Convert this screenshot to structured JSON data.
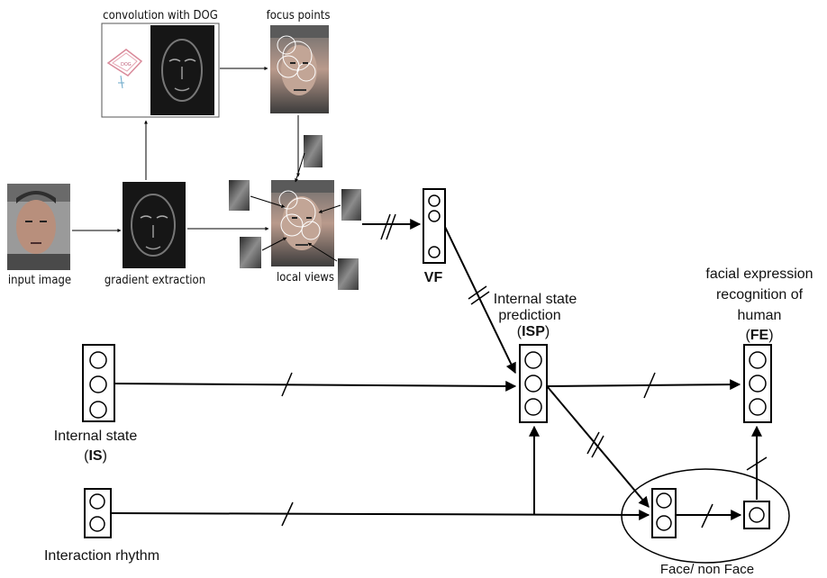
{
  "labels": {
    "convolution": "convolution with DOG",
    "focus_points": "focus points",
    "input_image": "input image",
    "gradient_extraction": "gradient extraction",
    "local_views": "local views",
    "vf": "VF",
    "isp_line1": "Internal state",
    "isp_line2": "prediction",
    "isp_abbrev": "ISP",
    "fe_line1": "facial expression",
    "fe_line2": "recognition of",
    "fe_line3": "human",
    "fe_abbrev": "FE",
    "is_line1": "Internal state",
    "is_abbrev": "IS",
    "interaction_rhythm": "Interaction rhythm",
    "face_nonface": "Face/ non Face"
  },
  "colors": {
    "line": "#000000",
    "photo_bg": "#9a9a9a",
    "edge_bg": "#161616",
    "dog_pink": "#d98a9a"
  }
}
